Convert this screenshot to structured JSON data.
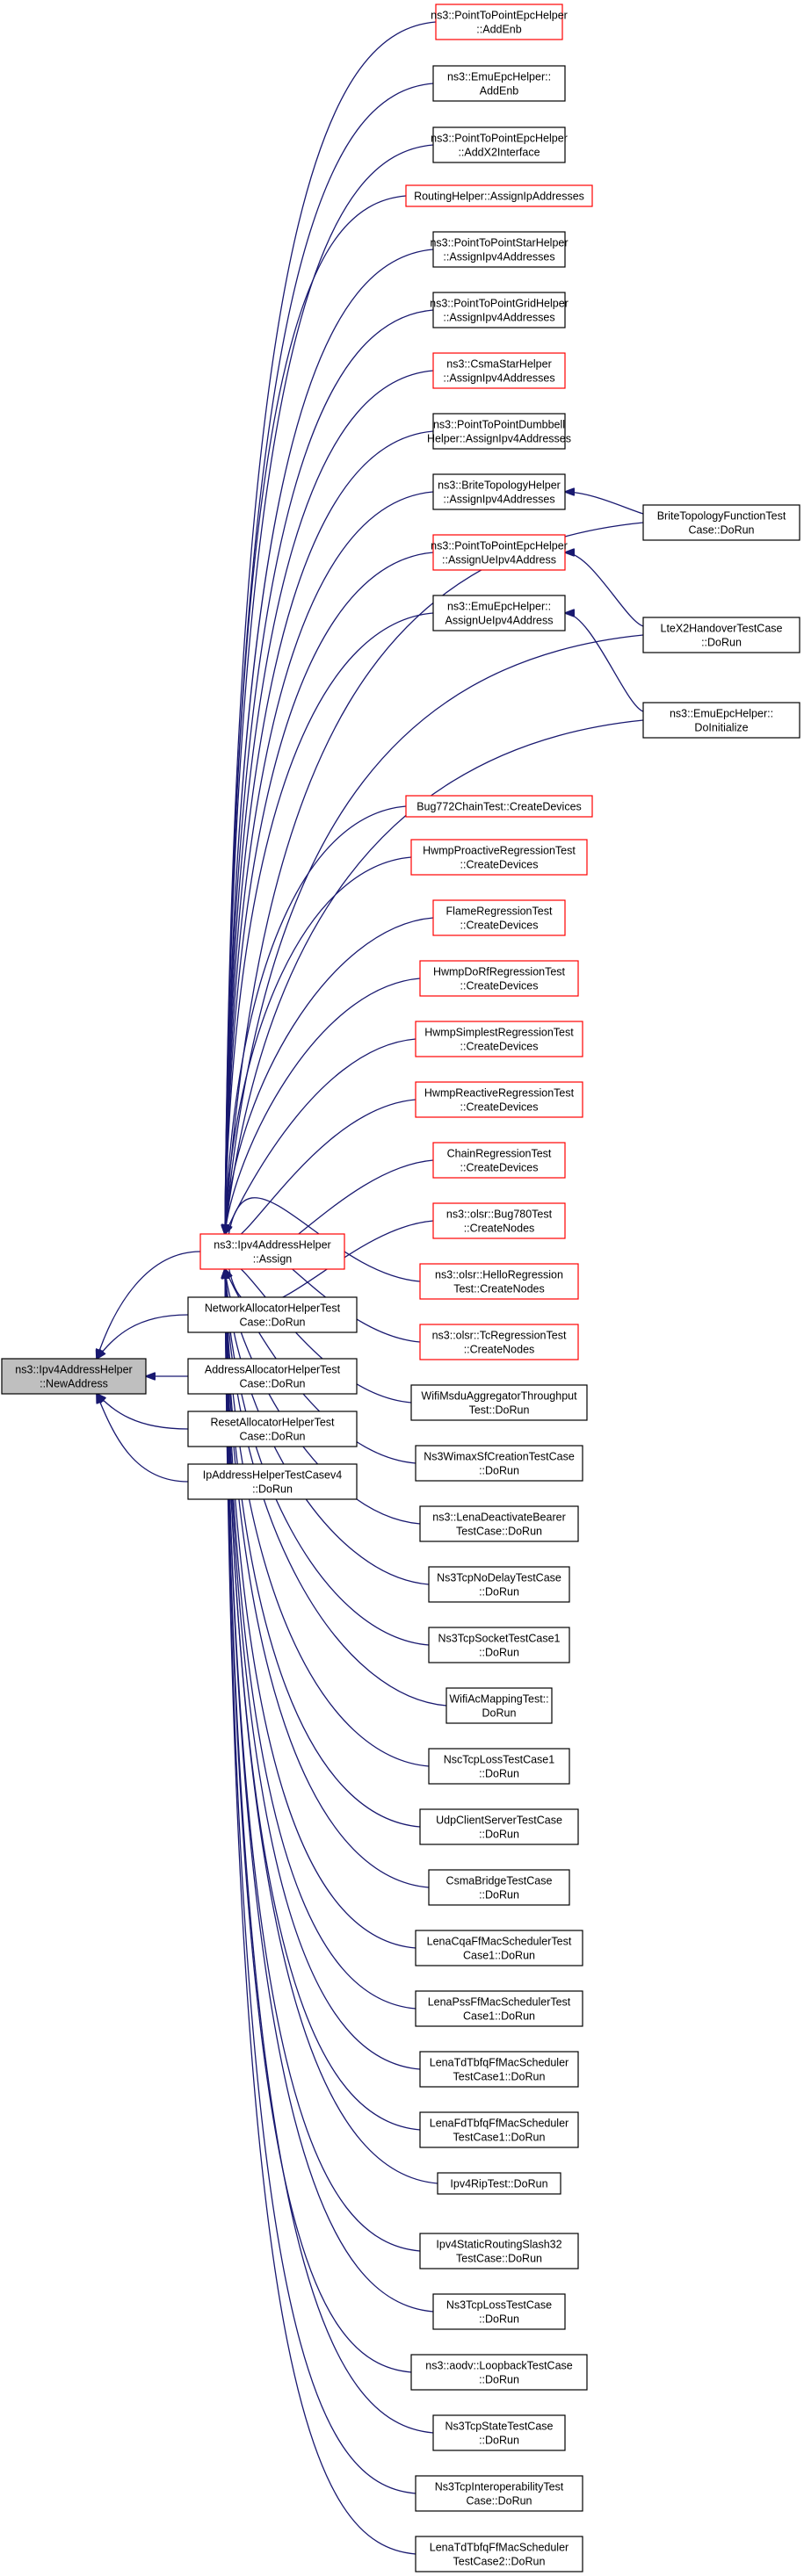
{
  "colors": {
    "edge": "#191970",
    "linked_border": "#000000",
    "undocumented_border": "#ff0000",
    "root_fill": "#bfbfbf",
    "node_fill": "#ffffff"
  },
  "root": {
    "id": "root",
    "lines": [
      "ns3::Ipv4AddressHelper",
      "::NewAddress"
    ],
    "style": "root"
  },
  "assign": {
    "id": "assign",
    "lines": [
      "ns3::Ipv4AddressHelper",
      "::Assign"
    ],
    "style": "red"
  },
  "root_callers": [
    {
      "id": "nah",
      "lines": [
        "NetworkAllocatorHelperTest",
        "Case::DoRun"
      ],
      "style": "black"
    },
    {
      "id": "aah",
      "lines": [
        "AddressAllocatorHelperTest",
        "Case::DoRun"
      ],
      "style": "black"
    },
    {
      "id": "rah",
      "lines": [
        "ResetAllocatorHelperTest",
        "Case::DoRun"
      ],
      "style": "black"
    },
    {
      "id": "iah",
      "lines": [
        "IpAddressHelperTestCasev4",
        "::DoRun"
      ],
      "style": "black"
    }
  ],
  "assign_callers": [
    {
      "id": "c01",
      "lines": [
        "ns3::PointToPointEpcHelper",
        "::AddEnb"
      ],
      "style": "red"
    },
    {
      "id": "c02",
      "lines": [
        "ns3::EmuEpcHelper::",
        "AddEnb"
      ],
      "style": "black"
    },
    {
      "id": "c03",
      "lines": [
        "ns3::PointToPointEpcHelper",
        "::AddX2Interface"
      ],
      "style": "black"
    },
    {
      "id": "c04",
      "lines": [
        "RoutingHelper::AssignIpAddresses"
      ],
      "style": "red"
    },
    {
      "id": "c05",
      "lines": [
        "ns3::PointToPointStarHelper",
        "::AssignIpv4Addresses"
      ],
      "style": "black"
    },
    {
      "id": "c06",
      "lines": [
        "ns3::PointToPointGridHelper",
        "::AssignIpv4Addresses"
      ],
      "style": "black"
    },
    {
      "id": "c07",
      "lines": [
        "ns3::CsmaStarHelper",
        "::AssignIpv4Addresses"
      ],
      "style": "red"
    },
    {
      "id": "c08",
      "lines": [
        "ns3::PointToPointDumbbell",
        "Helper::AssignIpv4Addresses"
      ],
      "style": "black"
    },
    {
      "id": "c09",
      "lines": [
        "ns3::BriteTopologyHelper",
        "::AssignIpv4Addresses"
      ],
      "style": "black"
    },
    {
      "id": "c10",
      "lines": [
        "ns3::PointToPointEpcHelper",
        "::AssignUeIpv4Address"
      ],
      "style": "red"
    },
    {
      "id": "c11",
      "lines": [
        "ns3::EmuEpcHelper::",
        "AssignUeIpv4Address"
      ],
      "style": "black"
    },
    {
      "id": "c12",
      "lines": [
        "Bug772ChainTest::CreateDevices"
      ],
      "style": "red"
    },
    {
      "id": "c13",
      "lines": [
        "HwmpProactiveRegressionTest",
        "::CreateDevices"
      ],
      "style": "red"
    },
    {
      "id": "c14",
      "lines": [
        "FlameRegressionTest",
        "::CreateDevices"
      ],
      "style": "red"
    },
    {
      "id": "c15",
      "lines": [
        "HwmpDoRfRegressionTest",
        "::CreateDevices"
      ],
      "style": "red"
    },
    {
      "id": "c16",
      "lines": [
        "HwmpSimplestRegressionTest",
        "::CreateDevices"
      ],
      "style": "red"
    },
    {
      "id": "c17",
      "lines": [
        "HwmpReactiveRegressionTest",
        "::CreateDevices"
      ],
      "style": "red"
    },
    {
      "id": "c18",
      "lines": [
        "ChainRegressionTest",
        "::CreateDevices"
      ],
      "style": "red"
    },
    {
      "id": "c19",
      "lines": [
        "ns3::olsr::Bug780Test",
        "::CreateNodes"
      ],
      "style": "red"
    },
    {
      "id": "c20",
      "lines": [
        "ns3::olsr::HelloRegression",
        "Test::CreateNodes"
      ],
      "style": "red"
    },
    {
      "id": "c21",
      "lines": [
        "ns3::olsr::TcRegressionTest",
        "::CreateNodes"
      ],
      "style": "red"
    },
    {
      "id": "c22",
      "lines": [
        "WifiMsduAggregatorThroughput",
        "Test::DoRun"
      ],
      "style": "black"
    },
    {
      "id": "c23",
      "lines": [
        "Ns3WimaxSfCreationTestCase",
        "::DoRun"
      ],
      "style": "black"
    },
    {
      "id": "c24",
      "lines": [
        "ns3::LenaDeactivateBearer",
        "TestCase::DoRun"
      ],
      "style": "black"
    },
    {
      "id": "c25",
      "lines": [
        "Ns3TcpNoDelayTestCase",
        "::DoRun"
      ],
      "style": "black"
    },
    {
      "id": "c26",
      "lines": [
        "Ns3TcpSocketTestCase1",
        "::DoRun"
      ],
      "style": "black"
    },
    {
      "id": "c27",
      "lines": [
        "WifiAcMappingTest::",
        "DoRun"
      ],
      "style": "black"
    },
    {
      "id": "c28",
      "lines": [
        "NscTcpLossTestCase1",
        "::DoRun"
      ],
      "style": "black"
    },
    {
      "id": "c29",
      "lines": [
        "UdpClientServerTestCase",
        "::DoRun"
      ],
      "style": "black"
    },
    {
      "id": "c30",
      "lines": [
        "CsmaBridgeTestCase",
        "::DoRun"
      ],
      "style": "black"
    },
    {
      "id": "c31",
      "lines": [
        "LenaCqaFfMacSchedulerTest",
        "Case1::DoRun"
      ],
      "style": "black"
    },
    {
      "id": "c32",
      "lines": [
        "LenaPssFfMacSchedulerTest",
        "Case1::DoRun"
      ],
      "style": "black"
    },
    {
      "id": "c33",
      "lines": [
        "LenaTdTbfqFfMacScheduler",
        "TestCase1::DoRun"
      ],
      "style": "black"
    },
    {
      "id": "c34",
      "lines": [
        "LenaFdTbfqFfMacScheduler",
        "TestCase1::DoRun"
      ],
      "style": "black"
    },
    {
      "id": "c35",
      "lines": [
        "Ipv4RipTest::DoRun"
      ],
      "style": "black"
    },
    {
      "id": "c36",
      "lines": [
        "Ipv4StaticRoutingSlash32",
        "TestCase::DoRun"
      ],
      "style": "black"
    },
    {
      "id": "c37",
      "lines": [
        "Ns3TcpLossTestCase",
        "::DoRun"
      ],
      "style": "black"
    },
    {
      "id": "c38",
      "lines": [
        "ns3::aodv::LoopbackTestCase",
        "::DoRun"
      ],
      "style": "black"
    },
    {
      "id": "c39",
      "lines": [
        "Ns3TcpStateTestCase",
        "::DoRun"
      ],
      "style": "black"
    },
    {
      "id": "c40",
      "lines": [
        "Ns3TcpInteroperabilityTest",
        "Case::DoRun"
      ],
      "style": "black"
    },
    {
      "id": "c41",
      "lines": [
        "LenaTdTbfqFfMacScheduler",
        "TestCase2::DoRun"
      ],
      "style": "black"
    }
  ],
  "right_nodes": [
    {
      "id": "r1",
      "lines": [
        "BriteTopologyFunctionTest",
        "Case::DoRun"
      ],
      "style": "black"
    },
    {
      "id": "r2",
      "lines": [
        "LteX2HandoverTestCase",
        "::DoRun"
      ],
      "style": "black"
    },
    {
      "id": "r3",
      "lines": [
        "ns3::EmuEpcHelper::",
        "DoInitialize"
      ],
      "style": "black"
    }
  ],
  "right_edges": [
    {
      "from": "r1",
      "to": "c09"
    },
    {
      "from": "r1",
      "to": "assign"
    },
    {
      "from": "r2",
      "to": "c10"
    },
    {
      "from": "r2",
      "to": "assign"
    },
    {
      "from": "r3",
      "to": "c11"
    },
    {
      "from": "r3",
      "to": "assign"
    }
  ]
}
